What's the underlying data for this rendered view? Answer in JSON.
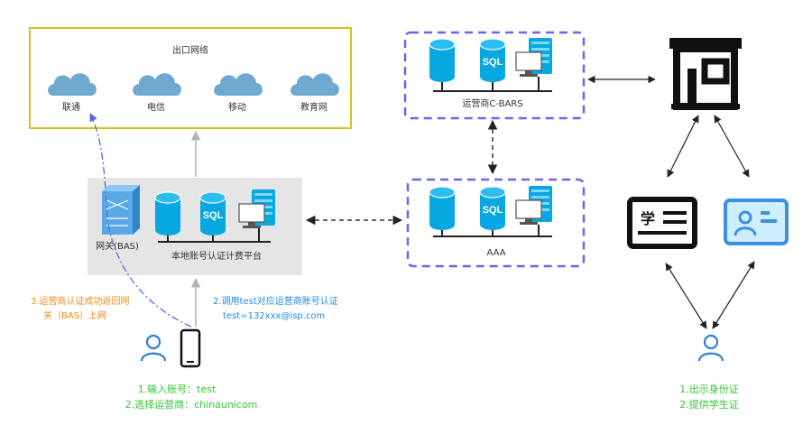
{
  "egress_box": {
    "title": "出口网络",
    "isps": [
      {
        "label": "联通",
        "icon": "cloud-icon"
      },
      {
        "label": "电信",
        "icon": "cloud-icon"
      },
      {
        "label": "移动",
        "icon": "cloud-icon"
      },
      {
        "label": "教育网",
        "icon": "cloud-icon"
      }
    ]
  },
  "local_platform": {
    "label": "本地账号认证计费平台",
    "gateway_label": "网关(BAS)"
  },
  "cbars": {
    "label": "运营商C-BARS"
  },
  "aaa": {
    "label": "AAA"
  },
  "annotations": {
    "step3_line1": "3.运营商认证成功返回网",
    "step3_line2": "关（BAS）上网",
    "step2_line1": "2.调用test对应运营商账号认证",
    "step2_line2": "test=132xxx@isp.com",
    "user_step1": "1.输入账号：test",
    "user_step2": "2.选择运营商：chinaunicom",
    "student_step1": "1.出示身份证",
    "student_step2": "2.提供学生证"
  },
  "icons": {
    "server_cylinder_1": "database-icon",
    "server_sql": "sql-database-icon",
    "server_pc": "server-pc-icon",
    "building": "operator-store-icon",
    "student_card": "student-card-icon",
    "id_card": "id-card-icon",
    "person": "person-icon",
    "phone": "smartphone-icon",
    "switch": "gateway-switch-icon"
  },
  "colors": {
    "egress_border": "#d6c21c",
    "dashed_purple": "#6f62ee",
    "gray_box": "#e5e5e5",
    "db_blue": "#07a8e2",
    "cloud_blue": "#6fa9cf",
    "orange": "#f08a16",
    "annotation_blue": "#1e88e5",
    "green": "#33c733",
    "dashdot_blue": "#5a63e6",
    "arrow_gray": "#b3b3b3",
    "card_blue": "#3b90e6"
  }
}
